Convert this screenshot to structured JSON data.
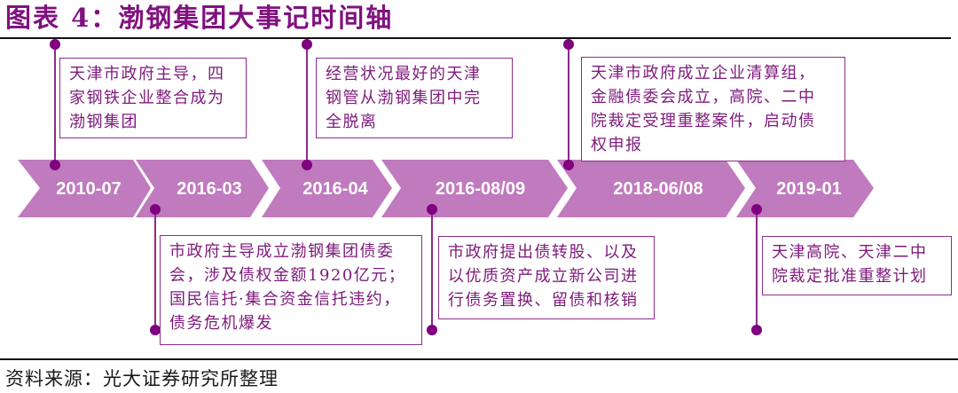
{
  "title": "图表 4：渤钢集团大事记时间轴",
  "source": "资料来源：光大证券研究所整理",
  "colors": {
    "title": "#80117F",
    "chevron_fill": "#C07ABE",
    "connector": "#80007F",
    "box_border": "#8E2C8C",
    "box_text": "#7E1A7C"
  },
  "timeline": [
    {
      "date": "2010-07",
      "position": "above",
      "lines": [
        "天津市政府主导，四",
        "家钢铁企业整合成为",
        "渤钢集团"
      ]
    },
    {
      "date": "2016-03",
      "position": "below",
      "lines": [
        "市政府主导成立渤钢集团债委",
        "会，涉及债权金额1920亿元；",
        "国民信托·集合资金信托违约，",
        "债务危机爆发"
      ]
    },
    {
      "date": "2016-04",
      "position": "above",
      "lines": [
        "经营状况最好的天津",
        "钢管从渤钢集团中完",
        "全脱离"
      ]
    },
    {
      "date": "2016-08/09",
      "position": "below",
      "lines": [
        "市政府提出债转股、以及",
        "以优质资产成立新公司进",
        "行债务置换、留债和核销"
      ]
    },
    {
      "date": "2018-06/08",
      "position": "above",
      "lines": [
        "天津市政府成立企业清算组，",
        "金融债委会成立，高院、二中",
        "院裁定受理重整案件，启动债",
        "权申报"
      ]
    },
    {
      "date": "2019-01",
      "position": "below",
      "lines": [
        "天津高院、天津二中",
        "院裁定批准重整计划"
      ]
    }
  ]
}
